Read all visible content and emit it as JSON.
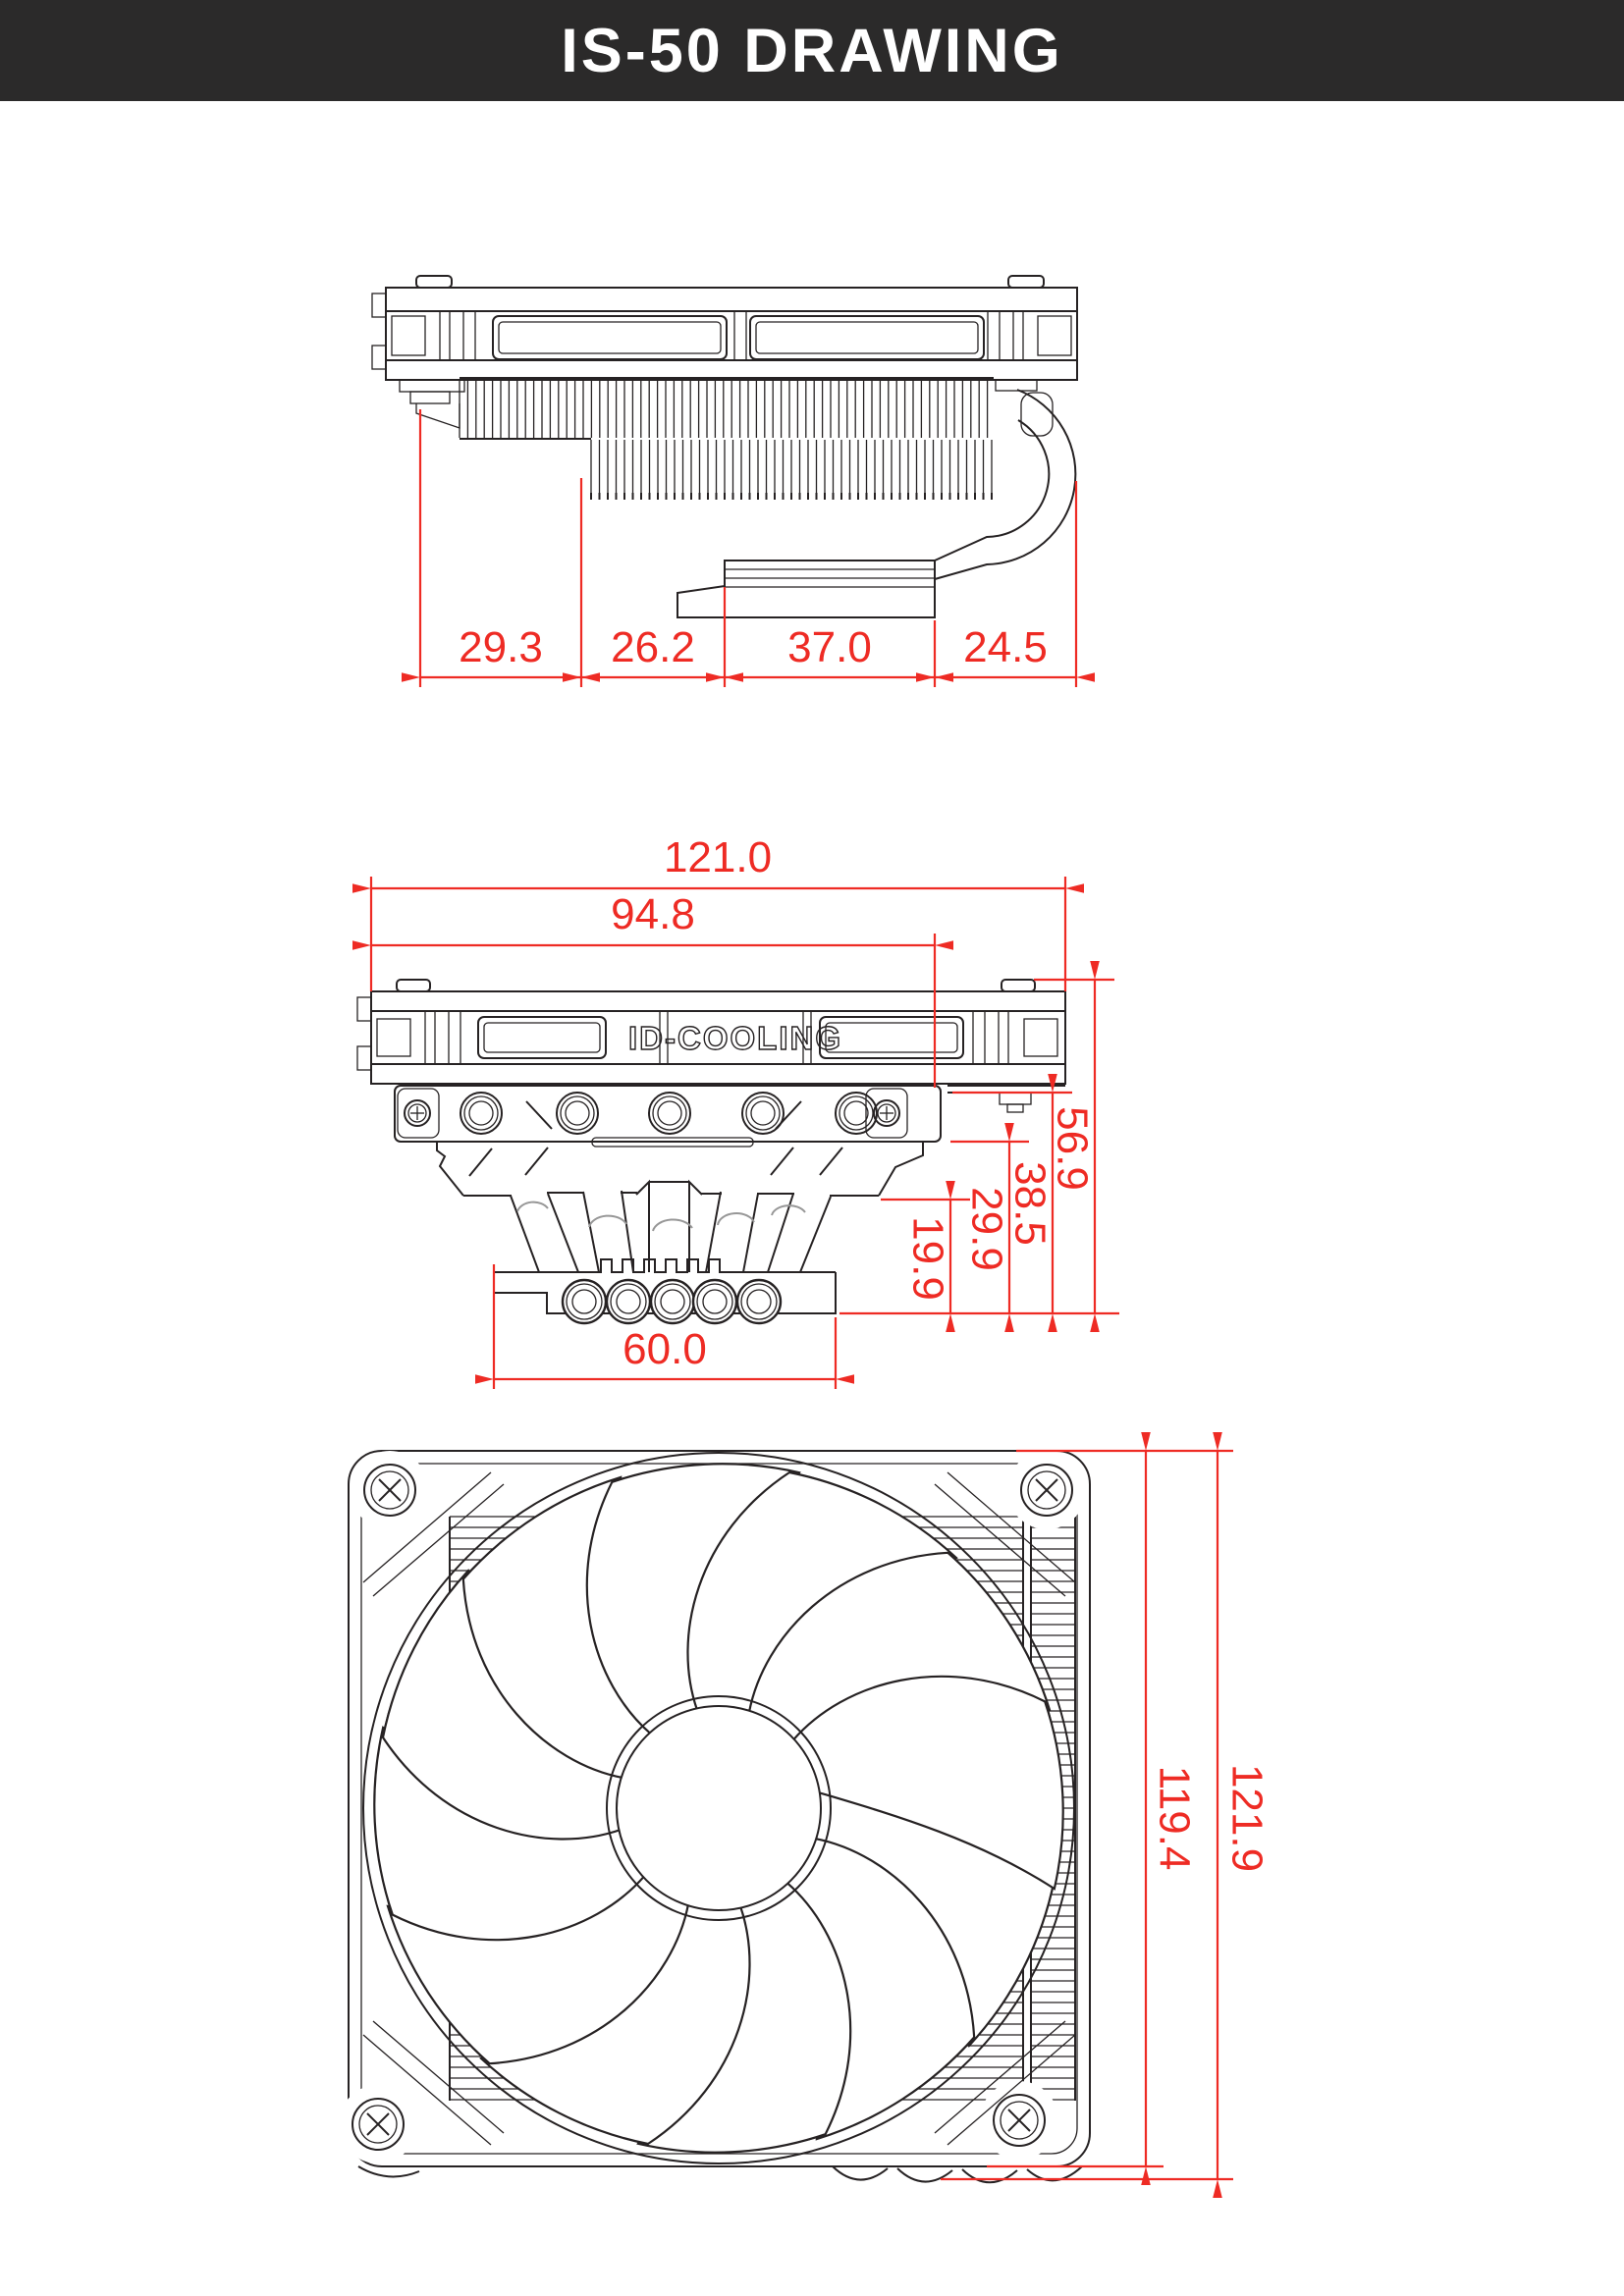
{
  "header": {
    "title": "IS-50 DRAWING"
  },
  "colors": {
    "line": "#262223",
    "dim": "#ee2b24",
    "header_bg": "#2b2a2a",
    "header_fg": "#ffffff",
    "bg": "#ffffff"
  },
  "views": {
    "side": {
      "dims": [
        "29.3",
        "26.2",
        "37.0",
        "24.5"
      ]
    },
    "front": {
      "width_dims": [
        "121.0",
        "94.8"
      ],
      "height_dims": [
        "56.9",
        "38.5",
        "29.9",
        "19.9"
      ],
      "base_dim": "60.0",
      "logo": "ID-COOLING"
    },
    "top": {
      "height_dims": [
        "119.4",
        "121.9"
      ]
    }
  }
}
